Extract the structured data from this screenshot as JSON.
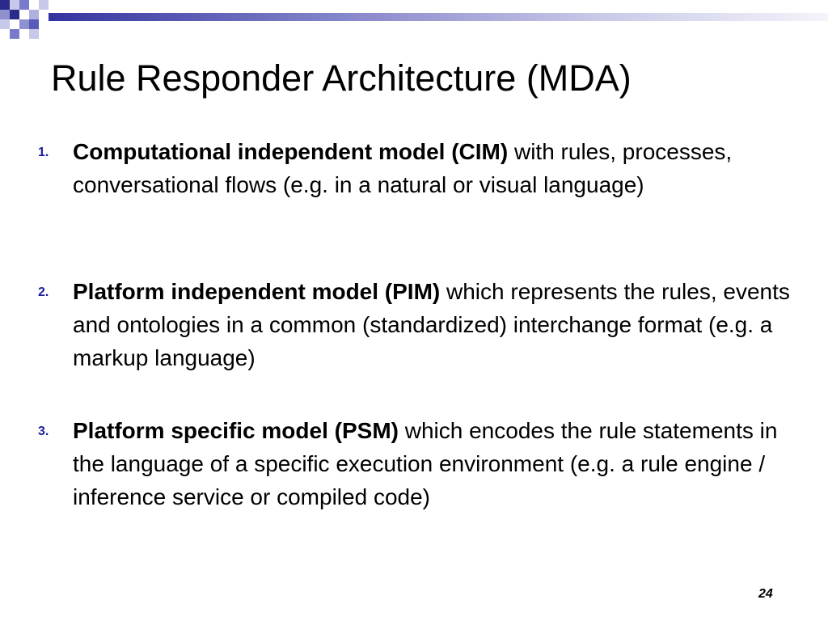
{
  "slide": {
    "title": "Rule Responder Architecture (MDA)",
    "accent_color": "#1e1e9c",
    "page_number": "24",
    "items": [
      {
        "number": "1.",
        "bold": "Computational independent model (CIM)",
        "text": " with rules, processes, conversational flows (e.g. in a natural or visual language)"
      },
      {
        "number": "2.",
        "bold": "Platform independent model (PIM)",
        "text": " which represents the rules, events and ontologies in a common (standardized) interchange format (e.g. a markup language)"
      },
      {
        "number": "3.",
        "bold": "Platform specific model (PSM)",
        "text": " which encodes the rule statements in the language of a specific execution environment (e.g. a rule engine / inference service or compiled code)"
      }
    ]
  }
}
